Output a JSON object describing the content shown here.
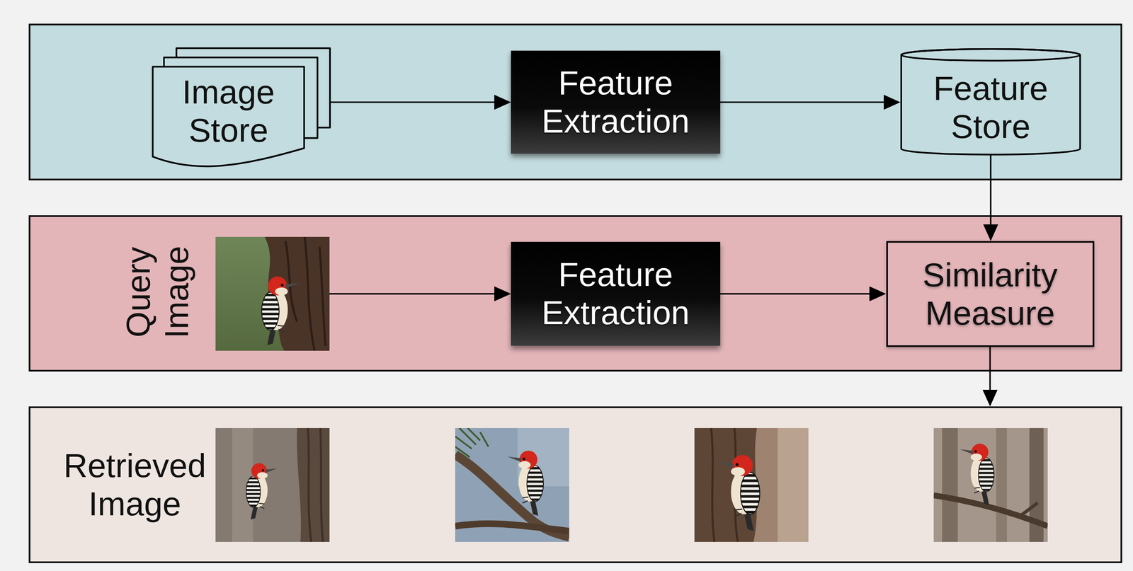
{
  "diagram": {
    "nodes": [
      {
        "text": [
          "Image Store"
        ]
      },
      {
        "text": [
          "Feature Extraction"
        ]
      },
      {
        "text": [
          "Feature Store"
        ]
      },
      {
        "text": [
          "Query Image"
        ]
      },
      {
        "text": [
          "Feature Extraction"
        ],
        "in": 3
      },
      {
        "text": [
          "Similarity Measure"
        ],
        "in": 3
      },
      {
        "text": [
          "Retrieved Image"
        ]
      }
    ],
    "edges": [
      {
        "from": 0,
        "to": 1,
        "arrow": "to"
      },
      {
        "from": 1,
        "to": 2,
        "arrow": "to"
      },
      {
        "from": 2,
        "to": 5,
        "arrow": "to"
      },
      {
        "from": 4,
        "to": 5,
        "arrow": "to"
      },
      {
        "from": 5,
        "to": 6,
        "arrow": "to"
      }
    ]
  }
}
